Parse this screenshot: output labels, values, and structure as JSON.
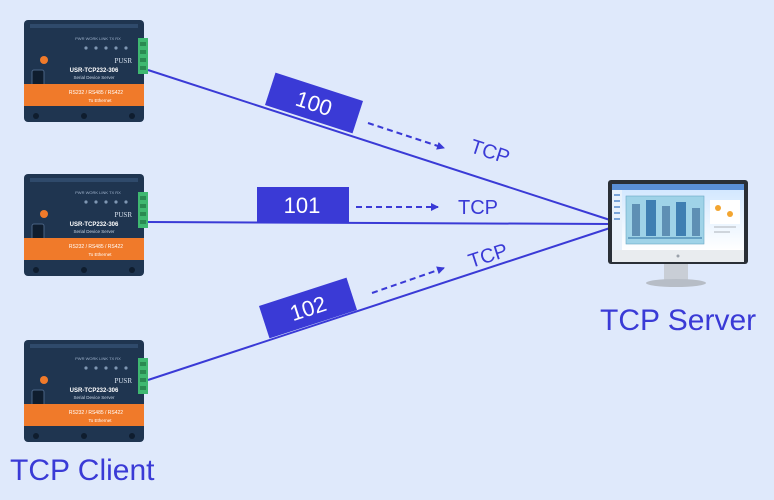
{
  "colors": {
    "background": "#dfe9fb",
    "link": "#3a3ad6",
    "packet": "#3a3ad6",
    "device_body": "#1f3550",
    "device_band": "#f07a2a",
    "terminal": "#3fb871",
    "monitor_frame": "#2a2f36",
    "monitor_stand": "#c9ced6"
  },
  "devices": [
    {
      "brand": "PUSR",
      "model": "USR-TCP232-306",
      "subtitle": "Serial Device Server",
      "ports": "RS232 / RS485 / RS422",
      "band_text": "To Ethernet",
      "leds": "PWR  WORK  LINK  TX  RX"
    },
    {
      "brand": "PUSR",
      "model": "USR-TCP232-306",
      "subtitle": "Serial Device Server",
      "ports": "RS232 / RS485 / RS422",
      "band_text": "To Ethernet",
      "leds": "PWR  WORK  LINK  TX  RX"
    },
    {
      "brand": "PUSR",
      "model": "USR-TCP232-306",
      "subtitle": "Serial Device Server",
      "ports": "RS232 / RS485 / RS422",
      "band_text": "To Ethernet",
      "leds": "PWR  WORK  LINK  TX  RX"
    }
  ],
  "connections": [
    {
      "packet_label": "100",
      "protocol": "TCP"
    },
    {
      "packet_label": "101",
      "protocol": "TCP"
    },
    {
      "packet_label": "102",
      "protocol": "TCP"
    }
  ],
  "client_caption": "TCP Client",
  "server_caption": "TCP Server"
}
